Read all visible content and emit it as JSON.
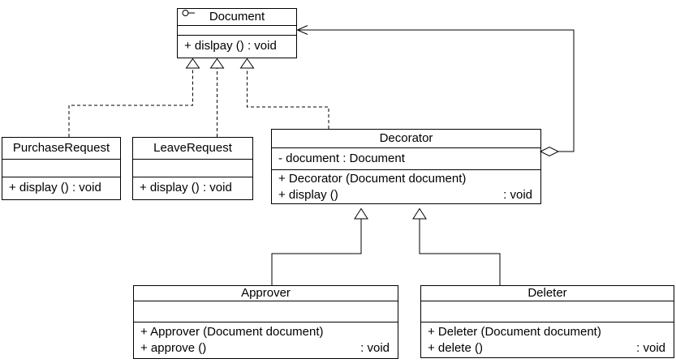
{
  "classes": {
    "document": {
      "name": "Document",
      "stereotype_icon": "interface-lollipop-icon",
      "method": "+ dislpay () : void"
    },
    "purchase_request": {
      "name": "PurchaseRequest",
      "method": "+ display () : void"
    },
    "leave_request": {
      "name": "LeaveRequest",
      "method": "+ display () : void"
    },
    "decorator": {
      "name": "Decorator",
      "attribute": "- document : Document",
      "method1": "+ Decorator (Document document)",
      "method2": "+ display ()",
      "method2_return": ": void"
    },
    "approver": {
      "name": "Approver",
      "method1": "+ Approver (Document document)",
      "method2": "+ approve ()",
      "method2_return": ": void"
    },
    "deleter": {
      "name": "Deleter",
      "method1": "+ Deleter (Document document)",
      "method2": "+ delete ()",
      "method2_return": ": void"
    }
  },
  "relationships": [
    {
      "from": "PurchaseRequest",
      "to": "Document",
      "type": "realization-dashed-hollow-triangle"
    },
    {
      "from": "LeaveRequest",
      "to": "Document",
      "type": "realization-dashed-hollow-triangle"
    },
    {
      "from": "Decorator",
      "to": "Document",
      "type": "realization-dashed-hollow-triangle"
    },
    {
      "from": "Approver",
      "to": "Decorator",
      "type": "generalization-solid-hollow-triangle"
    },
    {
      "from": "Deleter",
      "to": "Decorator",
      "type": "generalization-solid-hollow-triangle"
    },
    {
      "from": "Decorator",
      "to": "Document",
      "type": "aggregation-hollow-diamond-open-arrow"
    }
  ],
  "colors": {
    "line": "#000000",
    "background": "#ffffff",
    "box_fill": "#ffffff"
  }
}
